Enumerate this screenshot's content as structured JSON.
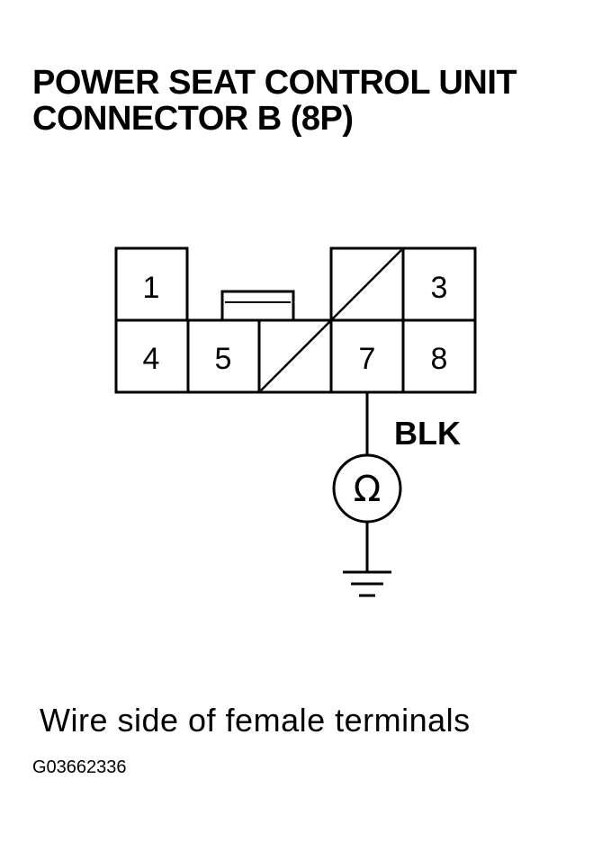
{
  "title": {
    "line1": "POWER SEAT CONTROL UNIT",
    "line2": "CONNECTOR B (8P)"
  },
  "connector": {
    "pins": [
      {
        "label": "1",
        "used": true
      },
      {
        "label": "",
        "used": false
      },
      {
        "label": "",
        "used": false
      },
      {
        "label": "3",
        "used": true
      },
      {
        "label": "4",
        "used": true
      },
      {
        "label": "5",
        "used": true
      },
      {
        "label": "",
        "used": false
      },
      {
        "label": "7",
        "used": true
      },
      {
        "label": "8",
        "used": true
      }
    ]
  },
  "wire": {
    "color_label": "BLK",
    "terminal": "7"
  },
  "meter": {
    "symbol": "Ω",
    "icon": "ohmmeter-icon"
  },
  "ground": {
    "icon": "ground-icon"
  },
  "caption": "Wire side of female terminals",
  "figure_id": "G03662336"
}
